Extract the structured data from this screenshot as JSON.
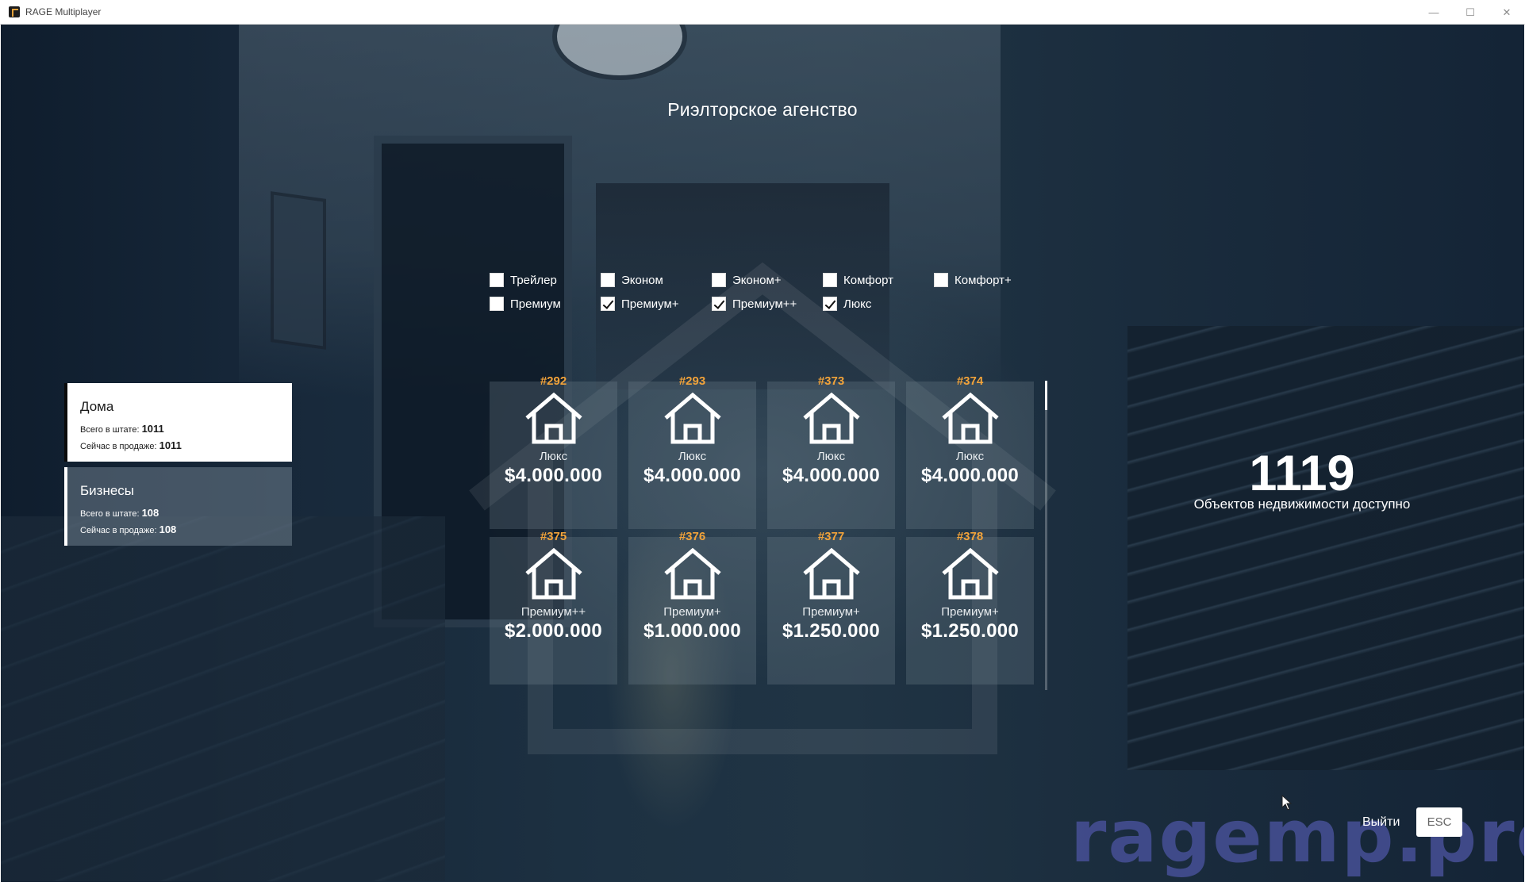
{
  "window": {
    "title": "RAGE Multiplayer",
    "controls": {
      "minimize": "—",
      "maximize": "☐",
      "close": "✕"
    }
  },
  "page": {
    "title": "Риэлторское агенство"
  },
  "filters": [
    [
      {
        "label": "Трейлер",
        "checked": false
      },
      {
        "label": "Эконом",
        "checked": false
      },
      {
        "label": "Эконом+",
        "checked": false
      },
      {
        "label": "Комфорт",
        "checked": false
      },
      {
        "label": "Комфорт+",
        "checked": false
      }
    ],
    [
      {
        "label": "Премиум",
        "checked": false
      },
      {
        "label": "Премиум+",
        "checked": true
      },
      {
        "label": "Премиум++",
        "checked": true
      },
      {
        "label": "Люкс",
        "checked": true
      }
    ]
  ],
  "categories": {
    "houses": {
      "name": "Дома",
      "total_label": "Всего в штате: ",
      "total_value": "1011",
      "sale_label": "Сейчас в продаже: ",
      "sale_value": "1011"
    },
    "business": {
      "name": "Бизнесы",
      "total_label": "Всего в штате: ",
      "total_value": "108",
      "sale_label": "Сейчас в продаже: ",
      "sale_value": "108"
    }
  },
  "listings": [
    {
      "id": "#292",
      "class": "Люкс",
      "price": "$4.000.000"
    },
    {
      "id": "#293",
      "class": "Люкс",
      "price": "$4.000.000"
    },
    {
      "id": "#373",
      "class": "Люкс",
      "price": "$4.000.000"
    },
    {
      "id": "#374",
      "class": "Люкс",
      "price": "$4.000.000"
    },
    {
      "id": "#375",
      "class": "Премиум++",
      "price": "$2.000.000"
    },
    {
      "id": "#376",
      "class": "Премиум+",
      "price": "$1.000.000"
    },
    {
      "id": "#377",
      "class": "Премиум+",
      "price": "$1.250.000"
    },
    {
      "id": "#378",
      "class": "Премиум+",
      "price": "$1.250.000"
    }
  ],
  "scroll": {
    "position": 0
  },
  "counter": {
    "value": "1119",
    "label": "Объектов недвижимости доступно"
  },
  "footer": {
    "exit_label": "Выйти",
    "esc_key": "ESC"
  },
  "watermark": "ragemp.pro",
  "icons": {
    "card": "house-icon"
  },
  "colors": {
    "accent": "#f2a33a",
    "card_bg": "rgba(120,135,148,0.28)",
    "watermark": "#4650a0"
  }
}
